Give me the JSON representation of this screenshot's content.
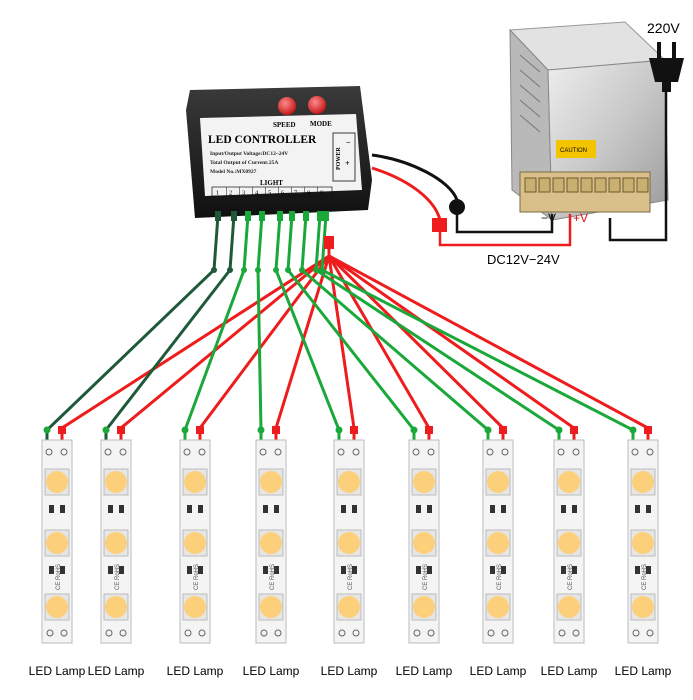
{
  "power_supply": {
    "mains_label": "220V",
    "terminal_neg": "−V",
    "terminal_pos": "+V",
    "voltage_label": "DC12V−24V",
    "caution_label": "CAUTION"
  },
  "controller": {
    "title": "LED CONTROLLER",
    "speed_label": "SPEED",
    "mode_label": "MODE",
    "spec_voltage": "Input/Output Voltage:DC12~24V",
    "spec_current": "Total Output of Current:25A",
    "spec_model": "Model No.:MX0927",
    "power_label": "POWER",
    "power_minus": "−",
    "power_plus": "+",
    "light_label": "LIGHT",
    "channels": [
      "1",
      "2",
      "3",
      "4",
      "5",
      "6",
      "7",
      "8",
      "9"
    ]
  },
  "strip_cert": "CE RoHS",
  "lamps": [
    {
      "label": "LED Lamp"
    },
    {
      "label": "LED Lamp"
    },
    {
      "label": "LED Lamp"
    },
    {
      "label": "LED Lamp"
    },
    {
      "label": "LED Lamp"
    },
    {
      "label": "LED Lamp"
    },
    {
      "label": "LED Lamp"
    },
    {
      "label": "LED Lamp"
    },
    {
      "label": "LED Lamp"
    }
  ],
  "colors": {
    "wire_red": "#ee1c1c",
    "wire_green": "#1aa83a",
    "wire_dark_green": "#1e5a3a",
    "wire_black": "#111111",
    "led_yellow": "#fcd07a",
    "strip_white": "#f4f4f4"
  }
}
